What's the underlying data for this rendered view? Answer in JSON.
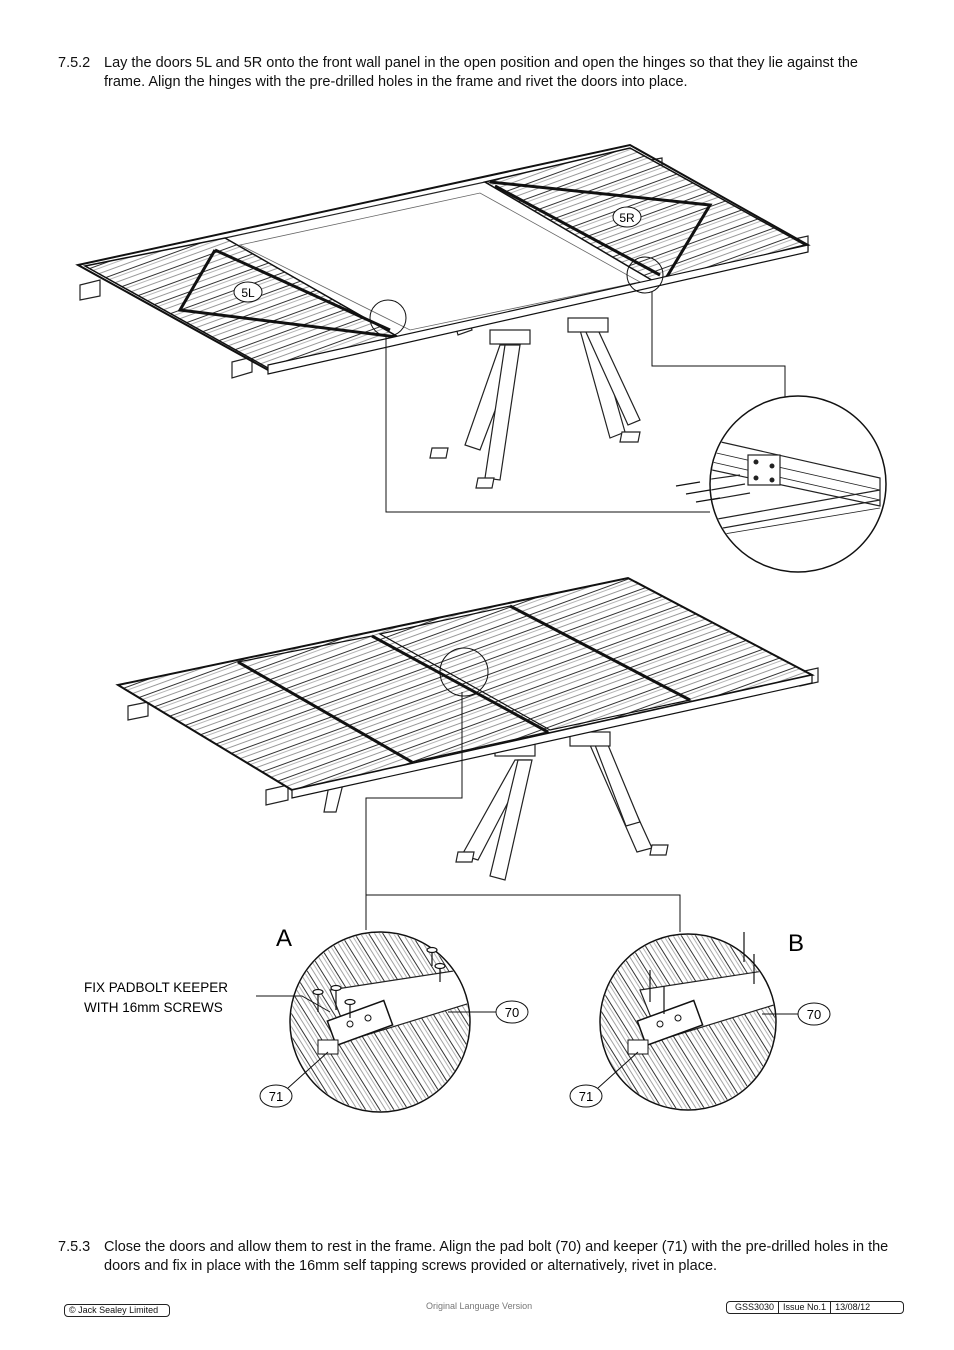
{
  "steps": [
    {
      "number": "7.5.2",
      "text": "Lay the doors 5L and 5R onto the front wall panel in the open position and open the hinges so that they lie against the frame. Align the hinges with the pre-drilled holes in the frame and rivet the doors into place."
    },
    {
      "number": "7.5.3",
      "text": "Close the doors and allow them to rest in the frame. Align the pad bolt (70) and keeper (71) with the pre-drilled holes in the doors and fix in place with the 16mm self tapping screws provided or alternatively, rivet in place."
    }
  ],
  "figure1": {
    "door_left_label": "5L",
    "door_right_label": "5R"
  },
  "figure2": {
    "detail_a": {
      "letter": "A",
      "note_line1": "FIX PADBOLT KEEPER",
      "note_line2": "WITH  16mm SCREWS",
      "callout_bolt": "70",
      "callout_keeper": "71"
    },
    "detail_b": {
      "letter": "B",
      "callout_bolt": "70",
      "callout_keeper": "71"
    }
  },
  "footer": {
    "copyright": "© Jack Sealey Limited",
    "language": "Original Language Version",
    "model": "GSS3030",
    "issue": "Issue No.1",
    "date": "13/08/12"
  }
}
